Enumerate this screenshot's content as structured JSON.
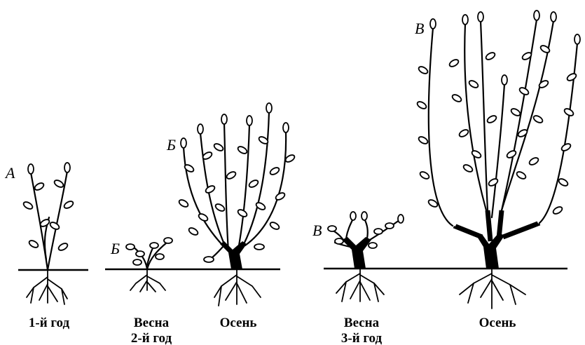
{
  "figure": {
    "top_text": "",
    "stages": [
      {
        "id": "s1",
        "letter": "А",
        "caption": [
          "1-й год"
        ]
      },
      {
        "id": "s2",
        "letter": "Б",
        "caption": [
          "Весна",
          "2-й год"
        ]
      },
      {
        "id": "s3",
        "letter": "Б",
        "caption": [
          "Осень"
        ]
      },
      {
        "id": "s4",
        "letter": "В",
        "caption": [
          "Весна",
          "3-й год"
        ]
      },
      {
        "id": "s5",
        "letter": "В",
        "caption": [
          "Осень"
        ]
      }
    ]
  }
}
